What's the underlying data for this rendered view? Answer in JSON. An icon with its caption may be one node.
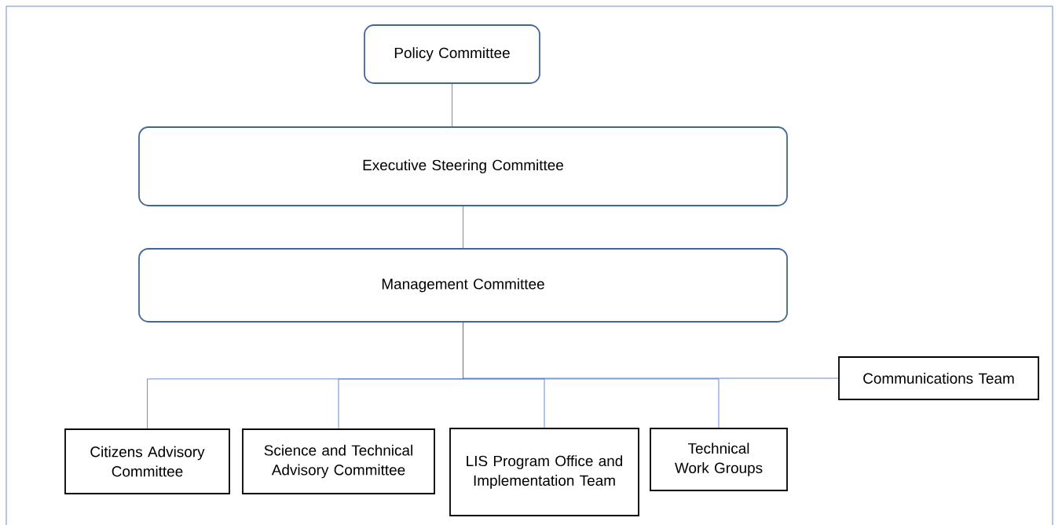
{
  "diagram": {
    "nodes": [
      {
        "text": [
          "Policy Committee"
        ]
      },
      {
        "text": [
          "Executive Steering Committee"
        ]
      },
      {
        "text": [
          "Management Committee"
        ]
      },
      {
        "text": [
          "Communications Team"
        ]
      },
      {
        "text": [
          "Citizens Advisory Committee"
        ]
      },
      {
        "text": [
          "Science and Technical Advisory Committee"
        ]
      },
      {
        "text": [
          "LIS Program Office and Implementation Team"
        ]
      },
      {
        "text": [
          "Technical Work Groups"
        ]
      }
    ],
    "edges": [
      {
        "from": 0,
        "to": 1,
        "arrow": "none"
      },
      {
        "from": 1,
        "to": 2,
        "arrow": "none"
      },
      {
        "from": 2,
        "to": 3,
        "arrow": "none"
      },
      {
        "from": 2,
        "to": 4,
        "arrow": "none"
      },
      {
        "from": 2,
        "to": 5,
        "arrow": "none"
      },
      {
        "from": 2,
        "to": 6,
        "arrow": "none"
      },
      {
        "from": 2,
        "to": 7,
        "arrow": "none"
      }
    ]
  }
}
